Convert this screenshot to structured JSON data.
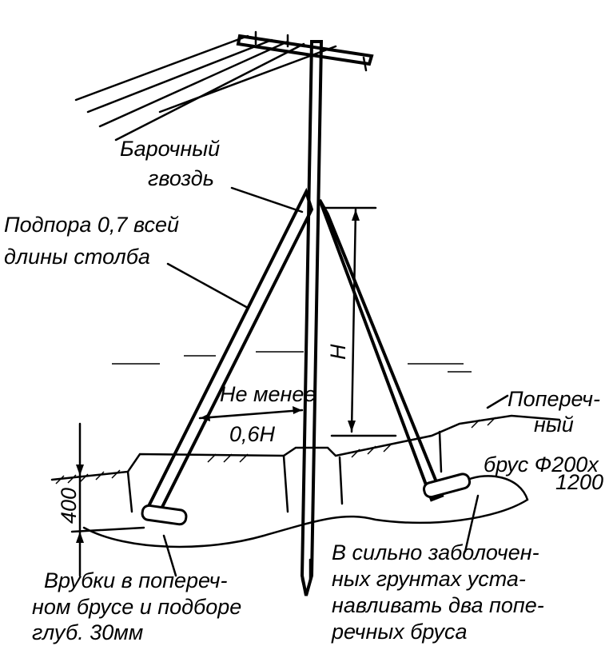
{
  "labels": {
    "nail": [
      "Барочный",
      "гвоздь"
    ],
    "strut": [
      "Подпора 0,7 всей",
      "длины столба"
    ],
    "min_distance": [
      "Не менее",
      "0,6Н"
    ],
    "height": "Н",
    "crossbar": [
      "Попереч-",
      "ный",
      "брус Ф200х",
      "1200"
    ],
    "depth": "400",
    "notches": [
      "Врубки в попереч-",
      "ном брусе и подборе",
      "глуб. 30мм"
    ],
    "swamp": [
      "В сильно заболочен-",
      "ных грунтах уста-",
      "навливать два попе-",
      "речных бруса"
    ]
  }
}
